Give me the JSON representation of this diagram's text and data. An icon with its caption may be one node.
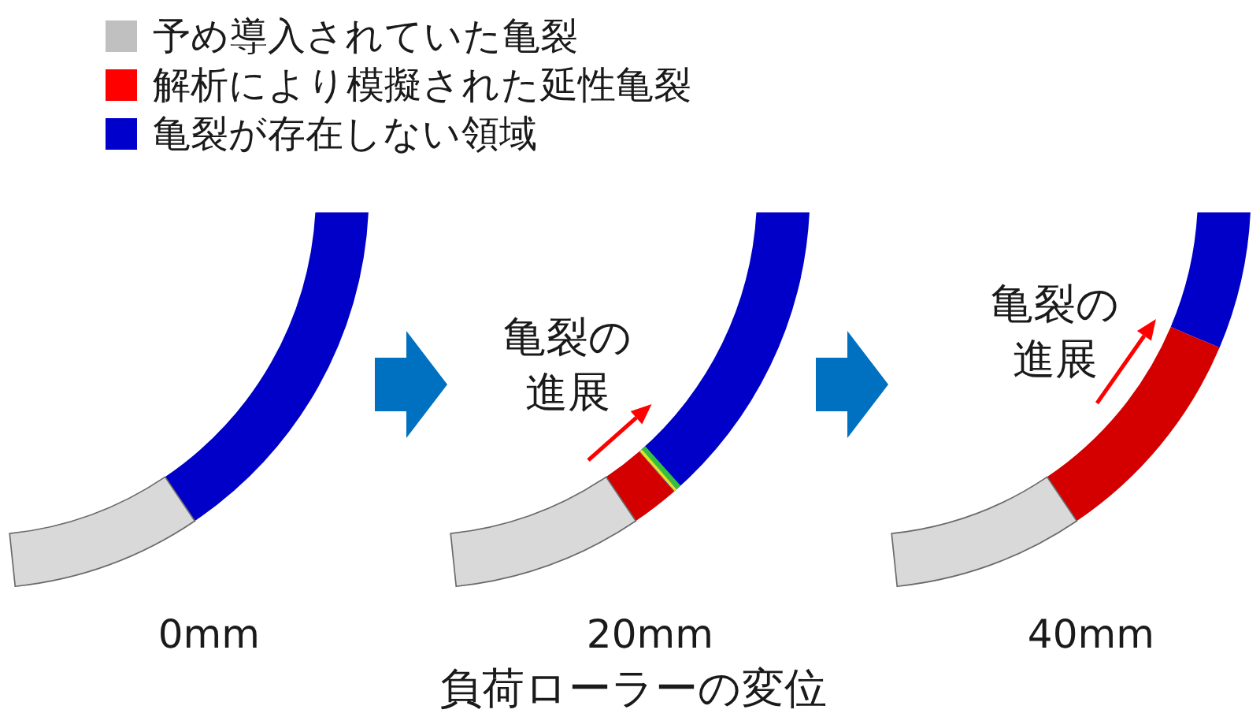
{
  "diagram": {
    "caption": "負荷ローラーの変位",
    "nodes": [
      {
        "text": [],
        "shape": "picture",
        "beside": [
          "0mm"
        ]
      },
      {
        "text": [],
        "shape": "picture",
        "beside": [
          "20mm"
        ]
      },
      {
        "text": [],
        "shape": "picture",
        "beside": [
          "40mm"
        ]
      }
    ],
    "edges": [
      {
        "from": 0,
        "to": 1,
        "arrow": "to"
      },
      {
        "from": 1,
        "to": 2,
        "arrow": "to"
      }
    ],
    "labels": [
      "亀裂の進展",
      "亀裂の進展"
    ],
    "legend": [
      {
        "text": "予め導入されていた亀裂",
        "color": "#c0c0c0"
      },
      {
        "text": "解析により模擬された延性亀裂",
        "color": "#ff0000"
      },
      {
        "text": "亀裂が存在しない領域",
        "color": "#0000cc"
      }
    ]
  }
}
